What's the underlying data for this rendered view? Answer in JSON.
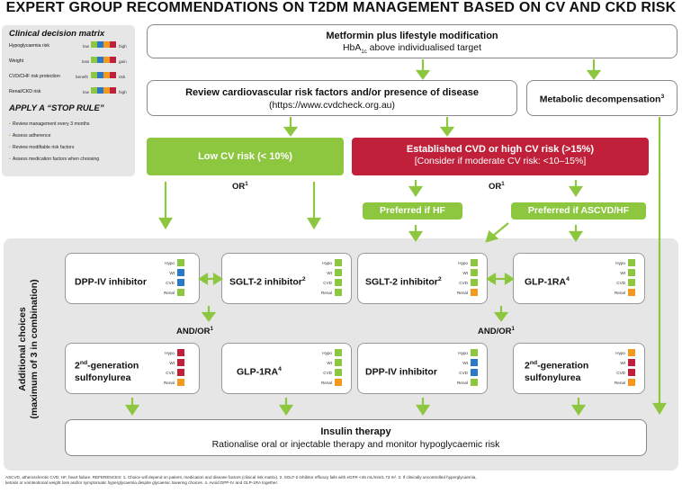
{
  "title": "EXPERT GROUP  RECOMMENDATIONS ON T2DM MANAGEMENT BASED ON CV AND CKD RISK",
  "colors": {
    "green": "#8dc63f",
    "blue": "#2a78c8",
    "red": "#c0203a",
    "orange": "#f39a1e",
    "panel": "#e6e6e6"
  },
  "matrix": {
    "heading": "Clinical decision matrix",
    "rows": [
      {
        "label": "Hypoglycaemia risk",
        "low": "low",
        "high": "high"
      },
      {
        "label": "Weight",
        "low": "loss",
        "high": "gain"
      },
      {
        "label": "CVD/CHF risk protection",
        "low": "benefit",
        "high": "risk"
      },
      {
        "label": "Renal/CKD risk",
        "low": "low",
        "high": "high"
      }
    ]
  },
  "stop_rule": {
    "heading": "APPLY A “STOP RULE”",
    "items": [
      "Review management every 3 months",
      "Assess adherence",
      "Review modifiable risk factors",
      "Assess medication factors when choosing"
    ]
  },
  "metformin": {
    "title": "Metformin plus lifestyle modification",
    "subtitle_pre": "HbA",
    "subtitle_sub": "1c",
    "subtitle_post": " above individualised target"
  },
  "review": {
    "title": "Review cardiovascular risk factors and/or presence of disease",
    "url": "(https://www.cvdcheck.org.au)"
  },
  "metabolic": {
    "title": "Metabolic decompensation",
    "sup": "3"
  },
  "low_cv": {
    "title": "Low CV risk (< 10%)"
  },
  "high_cv": {
    "title": "Established CVD or high CV risk (>15%)",
    "subtitle": "[Consider if moderate CV risk: <10–15%]"
  },
  "or_label": "OR",
  "or_sup": "1",
  "andor_label": "AND/OR",
  "andor_sup": "1",
  "pref_hf": "Preferred if HF",
  "pref_ascvd": "Preferred if ASCVD/HF",
  "additional": {
    "line1": "Additional choices",
    "line2": "(maximum of 3 in combination)"
  },
  "ind_labels": [
    "Hypo",
    "Wt",
    "CVD",
    "Renal"
  ],
  "drugs": {
    "dpp_left": {
      "name": "DPP-IV inhibitor",
      "sup": ""
    },
    "sglt2_left": {
      "name": "SGLT-2 inhibitor",
      "sup": "2"
    },
    "sglt2_right": {
      "name": "SGLT-2 inhibitor",
      "sup": "2"
    },
    "glp1_right": {
      "name": "GLP-1RA",
      "sup": "4"
    },
    "su_left": {
      "name_a": "2",
      "name_sup": "nd",
      "name_b": "-generation",
      "name_c": "sulfonylurea"
    },
    "glp1_left": {
      "name": "GLP-1RA",
      "sup": "4"
    },
    "dpp_right": {
      "name": "DPP-IV inhibitor",
      "sup": ""
    },
    "su_right": {
      "name_a": "2",
      "name_sup": "nd",
      "name_b": "-generation",
      "name_c": "sulfonylurea"
    }
  },
  "insulin": {
    "title": "Insulin therapy",
    "subtitle": "Rationalise oral or injectable therapy and monitor hypoglycaemic risk"
  },
  "footnote": {
    "line1": "ASCVD, atherosclerotic CVD; HF, heart failure. REFERENCES: 1. Choice will depend on patient, medication and disease factors (clinical risk matrix). 2. SGLT-2 inhibitor efficacy falls with eGFR <45 mL/min/1.73 m². 3. If clinically uncontrolled hyperglycaemia,",
    "line2": "ketosis or unintentional weight loss and/or symptomatic hyperglycaemia despite glycaemic lowering choices. 4. Avoid DPP-IV and GLP-1RA together."
  }
}
